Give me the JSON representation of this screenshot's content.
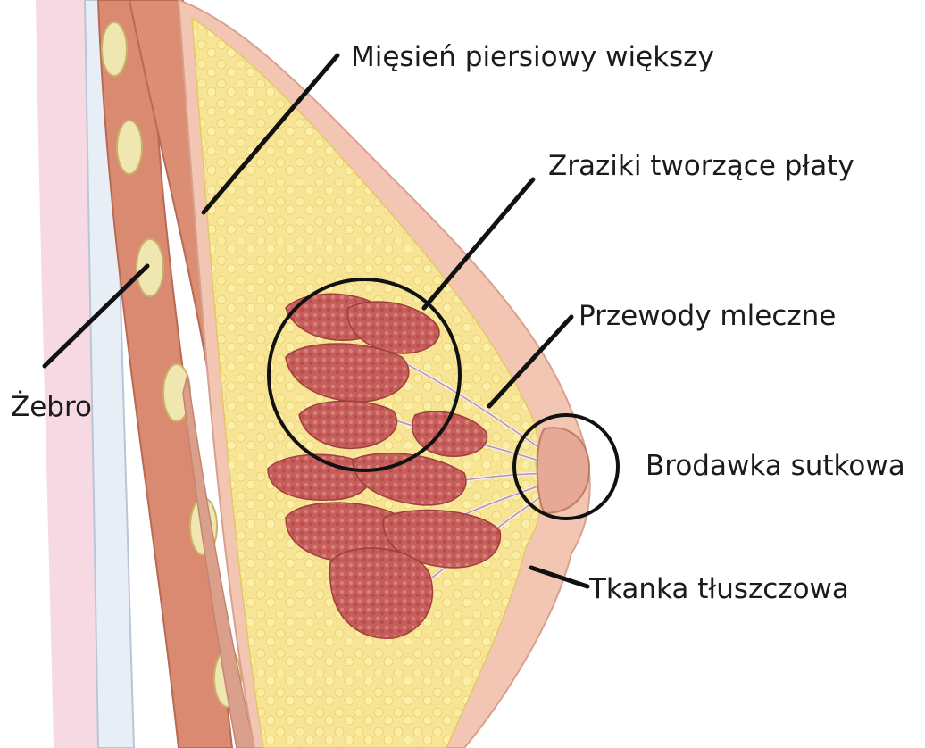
{
  "labels": {
    "muscle": "Mięsień piersiowy większy",
    "lobules": "Zraziki tworzące płaty",
    "ducts": "Przewody mleczne",
    "rib": "Żebro",
    "nipple": "Brodawka sutkowa",
    "fat": "Tkanka tłuszczowa"
  },
  "colors": {
    "skin": "#f3c6b3",
    "fat": "#f8e79a",
    "muscle": "#d98a70",
    "lobule": "#c45a56",
    "rib": "#efe6b0",
    "leader": "#111111"
  }
}
